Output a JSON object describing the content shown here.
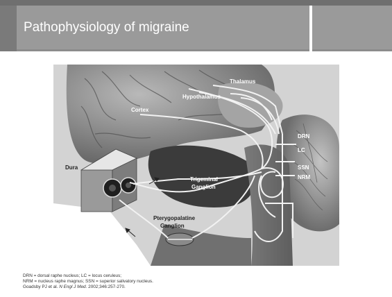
{
  "slide": {
    "title": "Pathophysiology of migraine"
  },
  "figure": {
    "labels": {
      "thalamus": "Thalamus",
      "hypothalamus": "Hypothalamus",
      "cortex": "Cortex",
      "drn": "DRN",
      "lc": "LC",
      "ssn": "SSN",
      "nrm": "NRM",
      "dura": "Dura",
      "trigeminal_line1": "Trigeminal",
      "trigeminal_line2": "Ganglion",
      "pterygo_line1": "Pterygopalatine",
      "pterygo_line2": "Ganglion"
    }
  },
  "footnote": {
    "line1": "DRN = dorsal raphe nucleus; LC = locus ceruleus;",
    "line2": "NRM = nucleus raphe magnus; SSN = superior salivatory nucleus.",
    "line3_prefix": "Goadsby PJ et al. ",
    "line3_journal": "N Engl J Med.",
    "line3_suffix": " 2002;346:257-270."
  }
}
